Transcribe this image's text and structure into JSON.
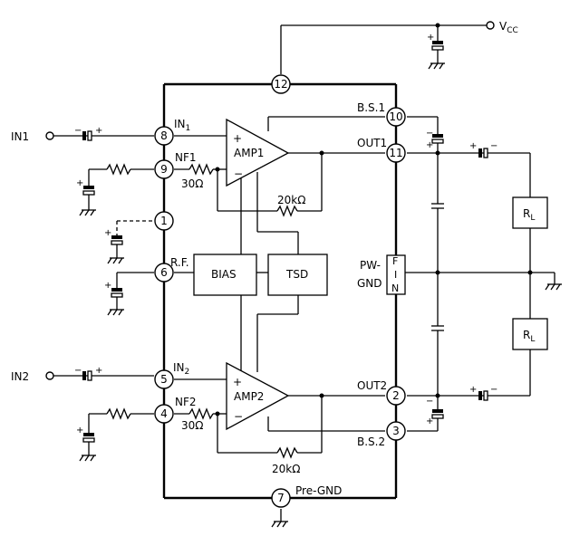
{
  "labels": {
    "vcc": "V",
    "vcc_sub": "CC",
    "in1": "IN1",
    "in2": "IN2",
    "in1_pin": "IN",
    "in1_pin_sub": "1",
    "in2_pin": "IN",
    "in2_pin_sub": "2",
    "nf1": "NF1",
    "nf2": "NF2",
    "rf": "R.F.",
    "bs1": "B.S.1",
    "bs2": "B.S.2",
    "out1": "OUT1",
    "out2": "OUT2",
    "pw": "PW-",
    "gnd": "GND",
    "fin": "F I N",
    "pre_gnd": "Pre-GND",
    "bias": "BIAS",
    "tsd": "TSD",
    "amp1": "AMP1",
    "amp2": "AMP2",
    "r30_1": "30Ω",
    "r30_2": "30Ω",
    "r20k_1": "20kΩ",
    "r20k_2": "20kΩ",
    "rl": "R",
    "rl_sub": "L",
    "plus": "+",
    "minus": "−"
  },
  "pins": [
    "12",
    "10",
    "8",
    "11",
    "9",
    "1",
    "6",
    "5",
    "2",
    "4",
    "3",
    "7"
  ]
}
